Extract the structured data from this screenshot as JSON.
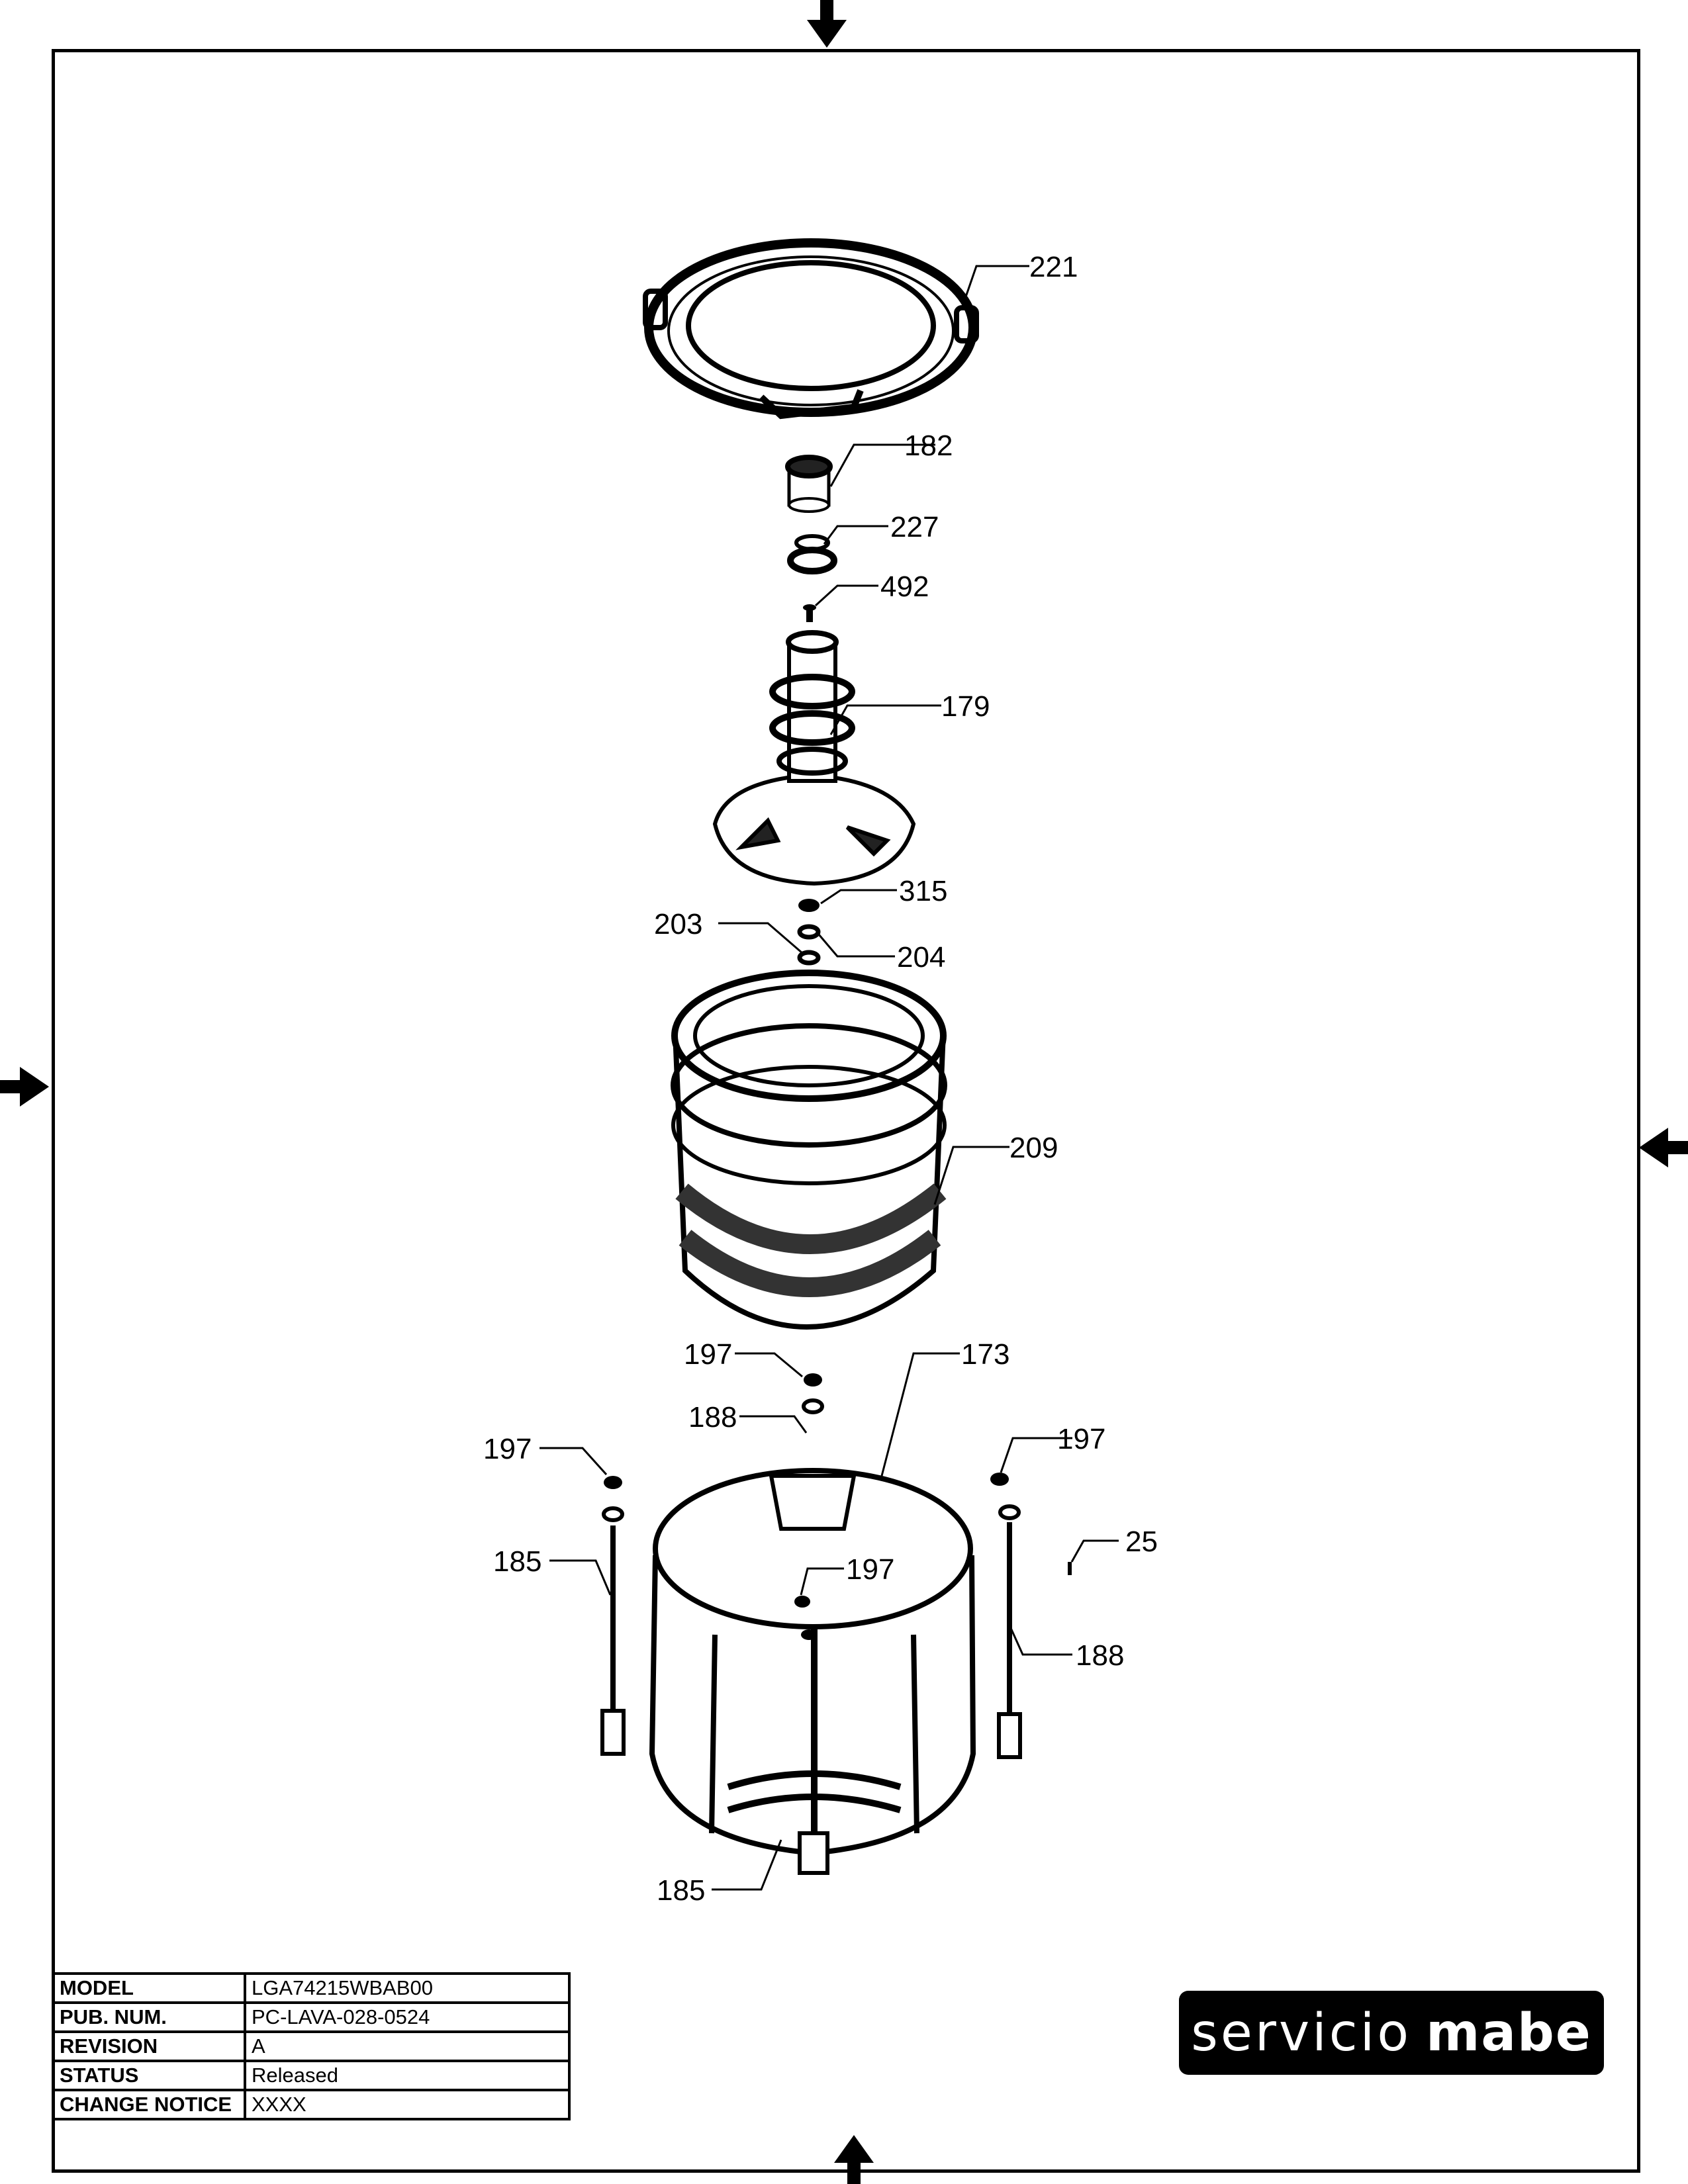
{
  "callouts": {
    "c221": "221",
    "c182": "182",
    "c227": "227",
    "c492": "492",
    "c179": "179",
    "c315": "315",
    "c203": "203",
    "c204": "204",
    "c209": "209",
    "c197a": "197",
    "c173": "173",
    "c188a": "188",
    "c197b": "197",
    "c197c": "197",
    "c25": "25",
    "c185a": "185",
    "c197d": "197",
    "c188b": "188",
    "c185b": "185"
  },
  "title_block": {
    "rows": [
      {
        "key": "MODEL",
        "value": "LGA74215WBAB00"
      },
      {
        "key": "PUB. NUM.",
        "value": "PC-LAVA-028-0524"
      },
      {
        "key": "REVISION",
        "value": "A"
      },
      {
        "key": "STATUS",
        "value": "Released"
      },
      {
        "key": "CHANGE NOTICE",
        "value": "XXXX"
      }
    ]
  },
  "logo": {
    "word1": "servicio",
    "word2": "mabe"
  }
}
